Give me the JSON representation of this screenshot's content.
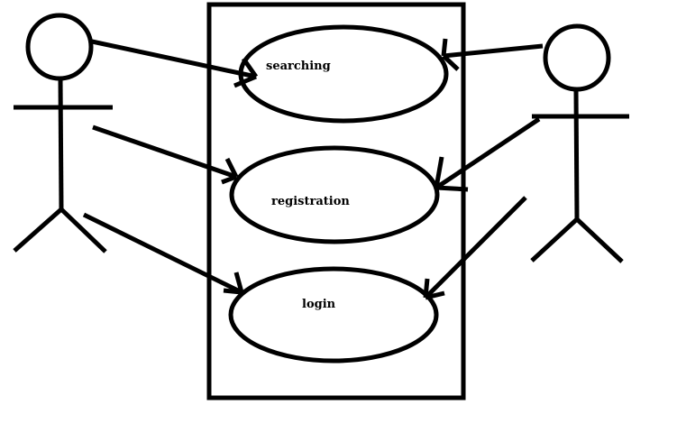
{
  "use_cases": {
    "searching": "searching",
    "registration": "registration",
    "login": "login"
  },
  "colors": {
    "stroke": "#000000",
    "background": "#ffffff"
  }
}
